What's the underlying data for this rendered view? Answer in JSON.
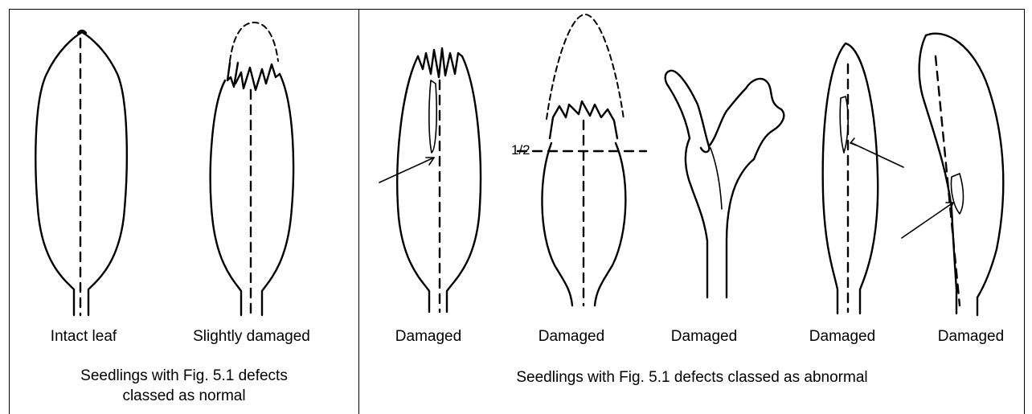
{
  "left_panel": {
    "labels": [
      "Intact leaf",
      "Slightly damaged"
    ],
    "caption_line1": "Seedlings with Fig. 5.1 defects",
    "caption_line2": "classed as normal"
  },
  "right_panel": {
    "labels": [
      "Damaged",
      "Damaged",
      "Damaged",
      "Damaged",
      "Damaged"
    ],
    "caption": "Seedlings with Fig. 5.1 defects classed as abnormal"
  },
  "annotation": {
    "half_mark": "1/2"
  }
}
